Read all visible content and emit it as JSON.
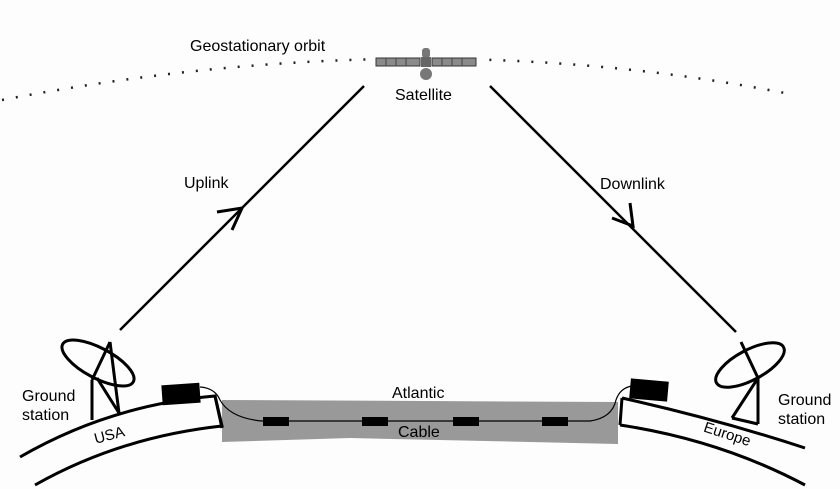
{
  "diagram": {
    "title": "Satellite vs. transatlantic cable communication",
    "orbit_label": "Geostationary orbit",
    "satellite_label": "Satellite",
    "uplink_label": "Uplink",
    "downlink_label": "Downlink",
    "left_station": {
      "label_line1": "Ground",
      "label_line2": "station",
      "region_label": "USA"
    },
    "right_station": {
      "label_line1": "Ground",
      "label_line2": "station",
      "region_label": "Europe"
    },
    "cable": {
      "label_top": "Atlantic",
      "label_bottom": "Cable",
      "repeater_count": 4
    },
    "colors": {
      "ink": "#000000",
      "ocean": "#999999",
      "background": "#fdfdfd",
      "satellite_gray": "#777777"
    }
  }
}
